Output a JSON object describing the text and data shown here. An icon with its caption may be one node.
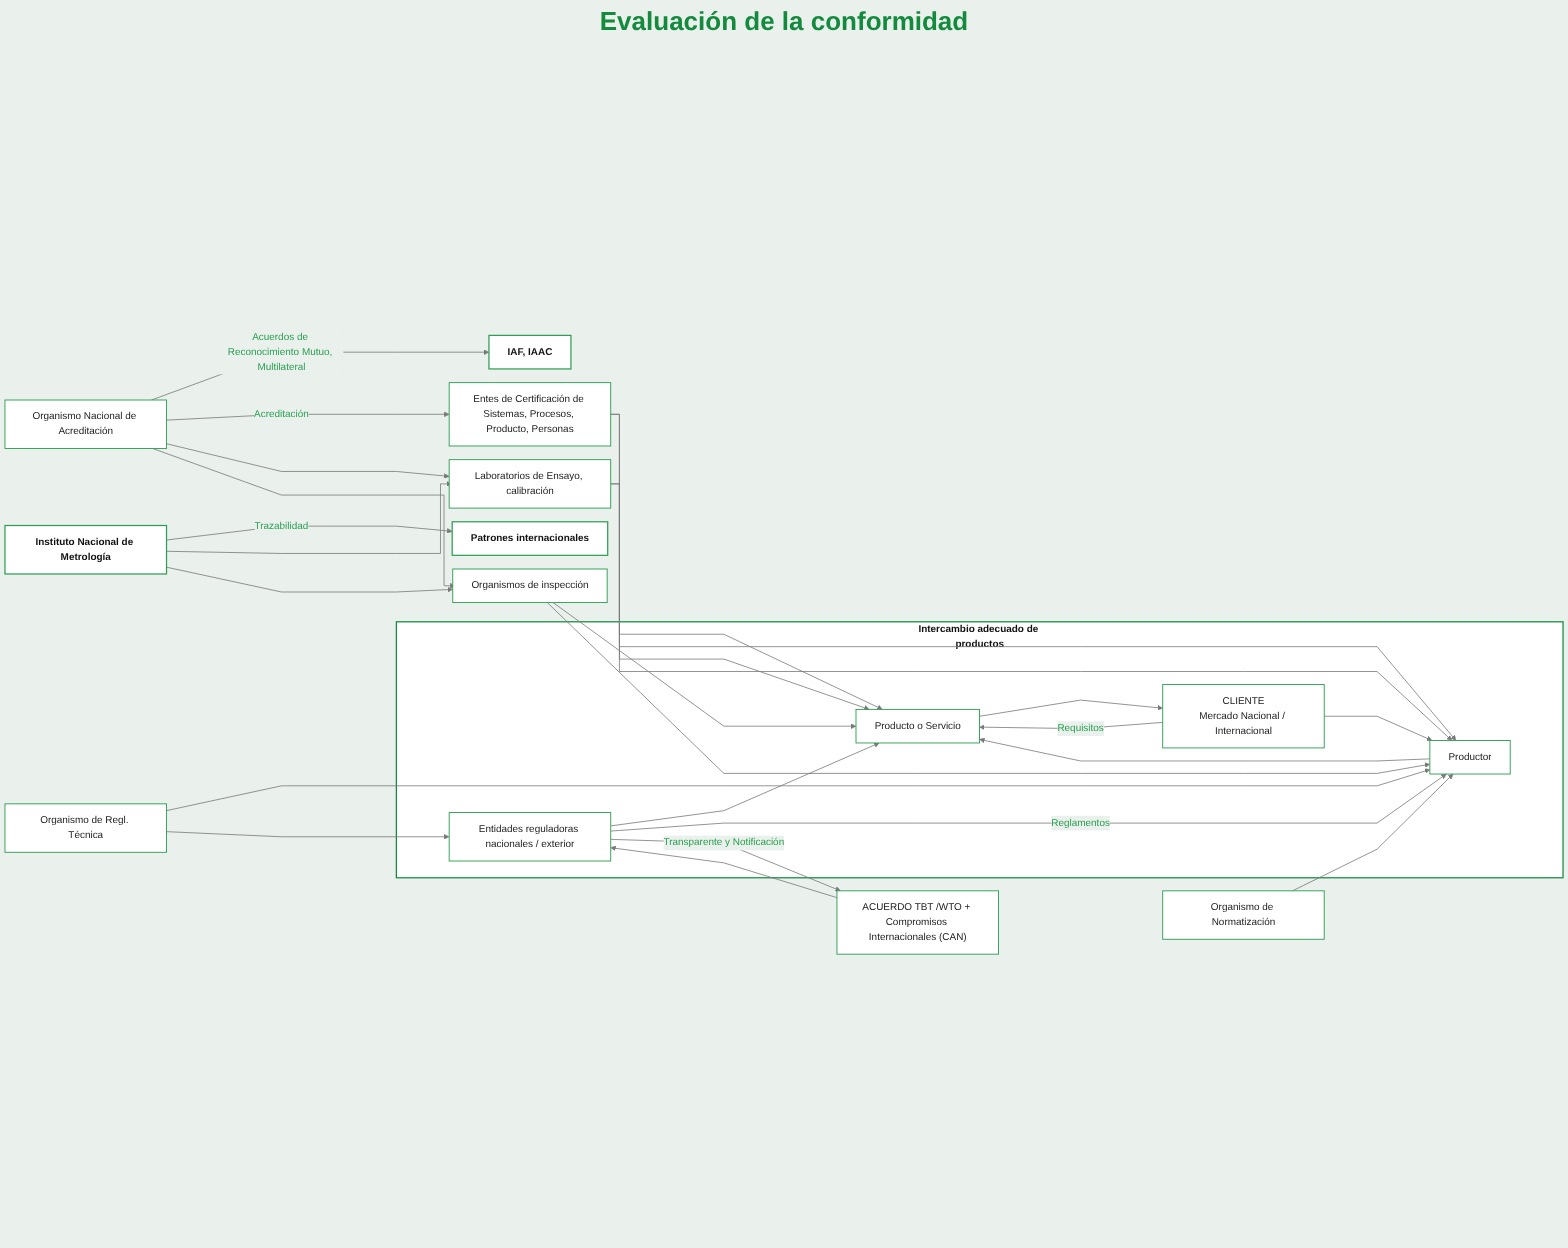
{
  "diagram": {
    "nodes": [
      {
        "text": [
          "IAF, IAAC"
        ]
      },
      {
        "text": [
          "Patrones internacionales"
        ]
      },
      {
        "text": [
          "Organismo Nacional de Acreditación"
        ]
      },
      {
        "text": [
          "Instituto Nacional de Metrología"
        ]
      },
      {
        "text": [
          "Entes de Certificación de Sistemas, Procesos, Producto, Personas"
        ]
      },
      {
        "text": [
          "Laboratorios de Ensayo, calibración"
        ]
      },
      {
        "text": [
          "Organismos de inspección"
        ]
      },
      {
        "text": [
          "Intercambio adecuado de productos"
        ]
      },
      {
        "text": [
          "Producto o Servicio"
        ],
        "in": 7
      },
      {
        "text": [
          "CLIENTE",
          "Mercado Nacional / Internacional"
        ],
        "in": 7
      },
      {
        "text": [
          "Productor"
        ],
        "in": 7
      },
      {
        "text": [
          "Entidades reguladoras nacionales / exterior"
        ],
        "in": 7
      },
      {
        "text": [
          "Organismo de Normatización"
        ]
      },
      {
        "text": [
          "Organismo de Regl. Técnica"
        ]
      },
      {
        "text": [
          "ACUERDO TBT /WTO + Compromisos Internacionales (CAN)"
        ]
      }
    ],
    "edges": [
      {
        "from": 2,
        "to": 0,
        "arrow": "to",
        "label": "Acuerdos de Reconocimiento Mutuo, Multilateral"
      },
      {
        "from": 3,
        "to": 1,
        "arrow": "to",
        "label": "Trazabilidad"
      },
      {
        "from": 2,
        "to": 4,
        "arrow": "to",
        "label": "Acreditación"
      },
      {
        "from": 2,
        "to": 5,
        "arrow": "to"
      },
      {
        "from": 2,
        "to": 6,
        "arrow": "to"
      },
      {
        "from": 3,
        "to": 5,
        "arrow": "to"
      },
      {
        "from": 3,
        "to": 6,
        "arrow": "to"
      },
      {
        "from": 4,
        "to": 8,
        "arrow": "to"
      },
      {
        "from": 4,
        "to": 10,
        "arrow": "to"
      },
      {
        "from": 5,
        "to": 8,
        "arrow": "to"
      },
      {
        "from": 5,
        "to": 10,
        "arrow": "to"
      },
      {
        "from": 6,
        "to": 8,
        "arrow": "to"
      },
      {
        "from": 6,
        "to": 10,
        "arrow": "to"
      },
      {
        "from": 8,
        "to": 9,
        "arrow": "to"
      },
      {
        "from": 9,
        "to": 8,
        "arrow": "to",
        "label": "Requisitos"
      },
      {
        "from": 9,
        "to": 10,
        "arrow": "to"
      },
      {
        "from": 11,
        "to": 8,
        "arrow": "to"
      },
      {
        "from": 11,
        "to": 10,
        "arrow": "to",
        "label": "Reglamentos"
      },
      {
        "from": 10,
        "to": 8,
        "arrow": "to"
      },
      {
        "from": 12,
        "to": 10,
        "arrow": "to"
      },
      {
        "from": 13,
        "to": 10,
        "arrow": "to"
      },
      {
        "from": 13,
        "to": 11,
        "arrow": "to"
      },
      {
        "from": 11,
        "to": 14,
        "arrow": "to",
        "label": "Transparente y Notificación"
      },
      {
        "from": 14,
        "to": 11,
        "arrow": "to"
      }
    ],
    "labels": [
      "Evaluación de la conformidad"
    ]
  }
}
